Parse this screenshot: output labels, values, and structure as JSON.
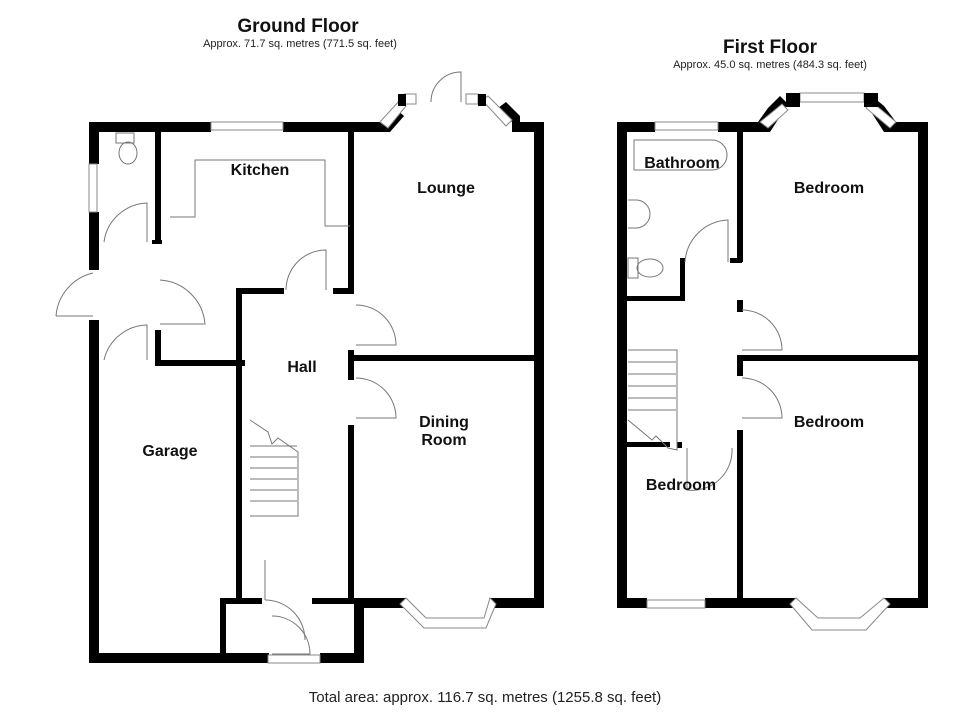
{
  "ground_floor": {
    "title": "Ground Floor",
    "area": "Approx. 71.7 sq. metres (771.5 sq. feet)",
    "rooms": [
      {
        "name": "Kitchen"
      },
      {
        "name": "Lounge"
      },
      {
        "name": "Hall"
      },
      {
        "name": "Dining Room",
        "line1": "Dining",
        "line2": "Room"
      },
      {
        "name": "Garage"
      }
    ]
  },
  "first_floor": {
    "title": "First Floor",
    "area": "Approx. 45.0 sq. metres (484.3 sq. feet)",
    "rooms": [
      {
        "name": "Bathroom"
      },
      {
        "name": "Bedroom"
      },
      {
        "name": "Bedroom"
      },
      {
        "name": "Bedroom"
      }
    ]
  },
  "total_area": "Total area: approx. 116.7 sq. metres (1255.8 sq. feet)",
  "colors": {
    "wall": "#000000",
    "fixture_line": "#777777",
    "background": "#ffffff"
  }
}
